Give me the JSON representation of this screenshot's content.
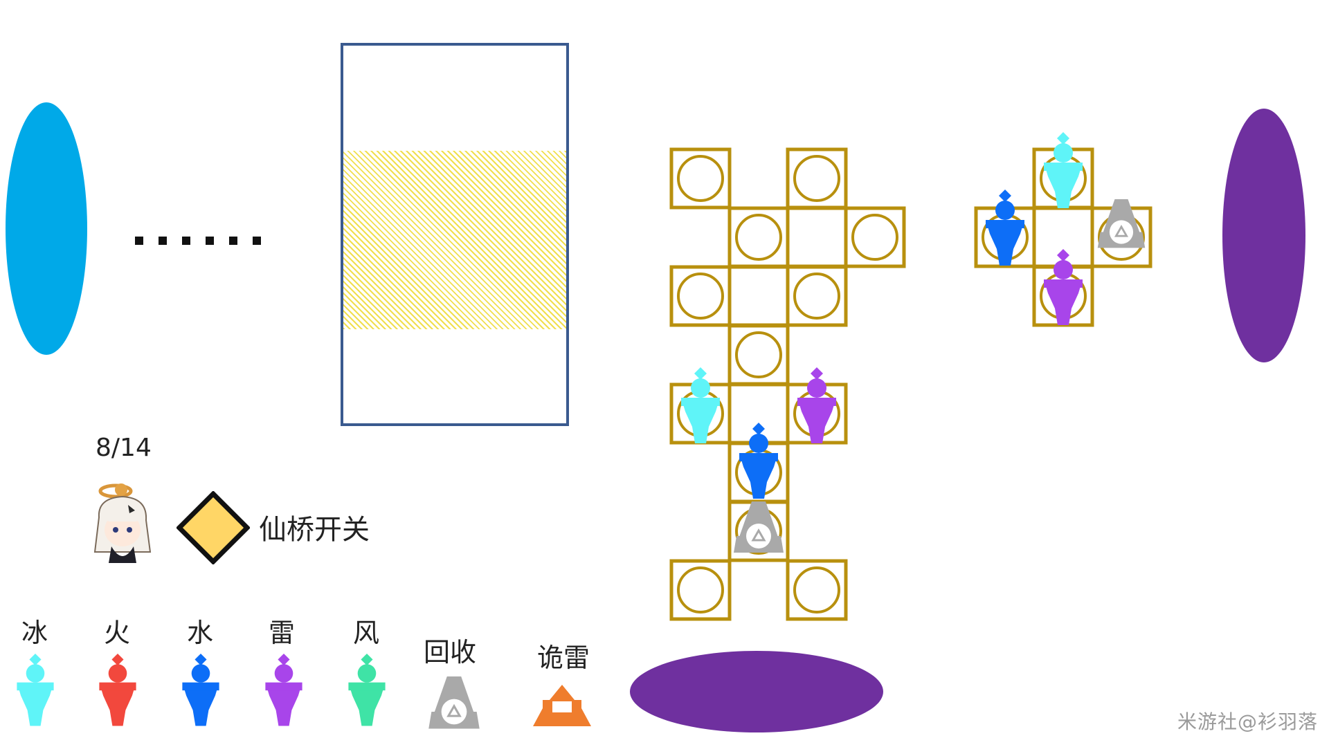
{
  "counter": "8/14",
  "switch_label": "仙桥开关",
  "legend": {
    "ice": "冰",
    "fire": "火",
    "water": "水",
    "thunder": "雷",
    "wind": "风",
    "recycle": "回收",
    "weird_thunder": "诡雷"
  },
  "watermark": "米游社@衫羽落",
  "colors": {
    "ice": "#5ff4f8",
    "fire": "#f2483d",
    "water": "#0d6ef7",
    "thunder": "#a845ea",
    "wind": "#3fe3a6",
    "recycle": "#a9a9a9",
    "weird_thunder": "#ef7d2d",
    "tile": "#b8900e",
    "switch": "#ffd666",
    "portal_blue": "#00a9e8",
    "portal_purple": "#6f309f"
  },
  "icons": [
    "ice-pawn-icon",
    "fire-pawn-icon",
    "water-pawn-icon",
    "thunder-pawn-icon",
    "wind-pawn-icon",
    "recycle-icon",
    "weird-thunder-icon",
    "switch-diamond-icon",
    "paimon-avatar-icon"
  ]
}
